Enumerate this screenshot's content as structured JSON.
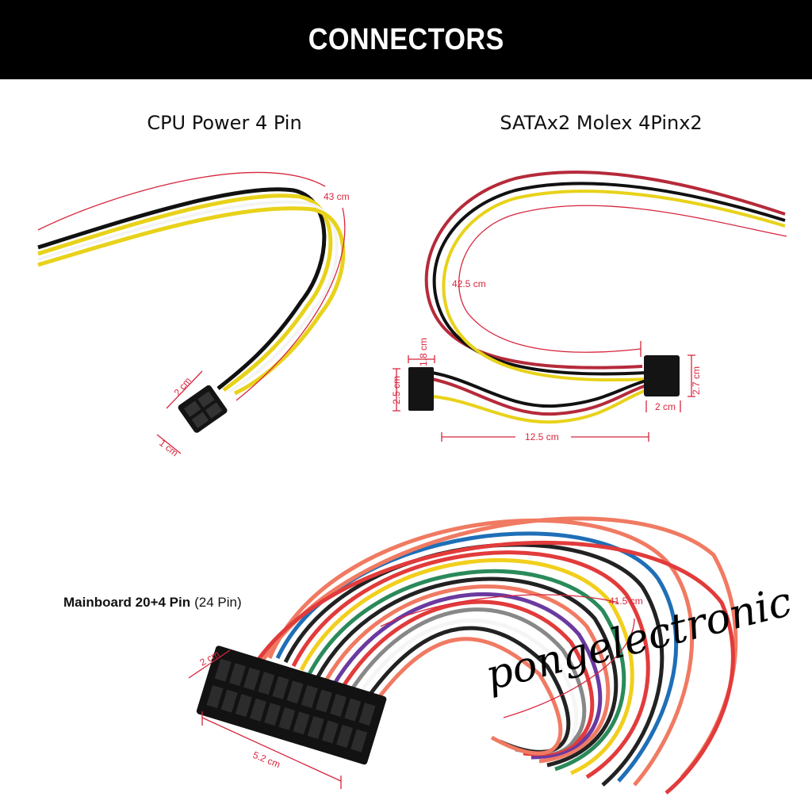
{
  "header": {
    "title": "CONNECTORS"
  },
  "sections": {
    "cpu": {
      "title": "CPU Power 4 Pin",
      "length": "43 cm",
      "width": "2 cm",
      "depth": "1 cm"
    },
    "sata": {
      "title": "SATAx2 Molex 4Pinx2",
      "length": "42.5 cm",
      "sata_depth": "1.8 cm",
      "sata_height": "2.5 cm",
      "molex_height": "2.7 cm",
      "molex_width": "2 cm",
      "span": "12.5 cm"
    },
    "mainboard": {
      "title": "Mainboard 20+4 Pin",
      "title_suffix": "(24 Pin)",
      "length": "41.5 cm",
      "depth": "2 cm",
      "width": "5.2 cm"
    }
  },
  "watermark": "pongelectronic",
  "colors": {
    "dimension": "#d7263d",
    "header_bg": "#000000"
  }
}
